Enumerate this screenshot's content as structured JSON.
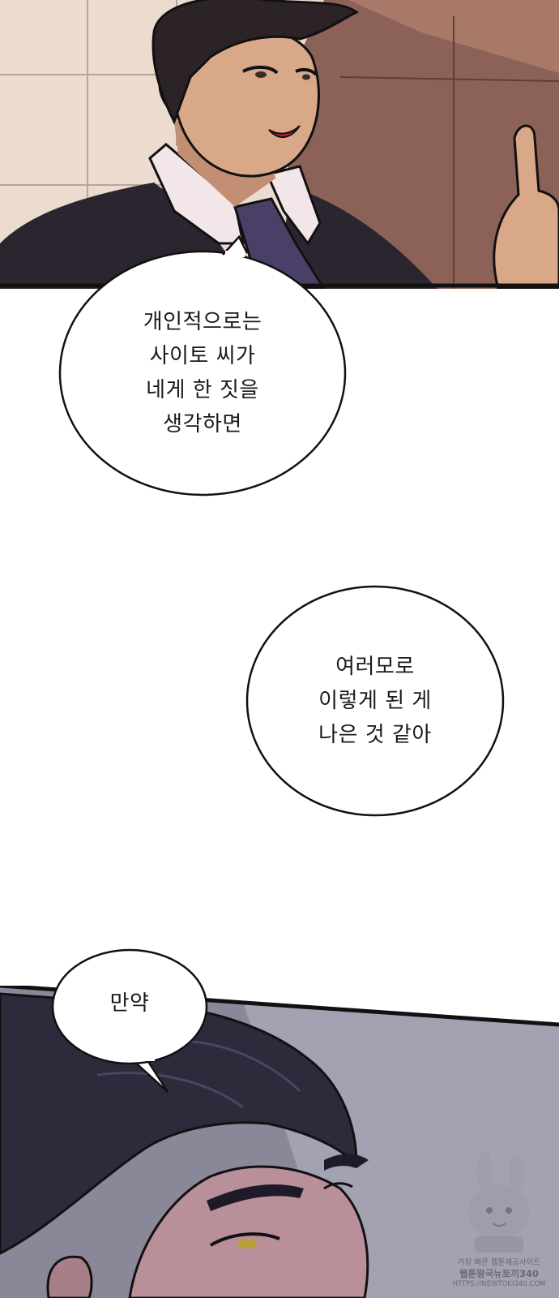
{
  "bubbles": [
    {
      "lines": [
        "개인적으로는",
        "사이토 씨가",
        "네게 한 짓을",
        "생각하면"
      ]
    },
    {
      "lines": [
        "여러모로",
        "이렇게 된 게",
        "나은 것 같아"
      ]
    },
    {
      "lines": [
        "만약"
      ]
    }
  ],
  "watermark": {
    "line1": "가장 빠른 웹툰제공사이트",
    "line2": "웹툰왕국뉴토끼340",
    "line3": "HTTPS://NEWTOKI340.COM"
  },
  "colors": {
    "page_bg": "#ffffff",
    "panel_border": "#111111",
    "top_wall": "#ecdcd0",
    "top_shadow": "#8c6258",
    "suit": "#2b2530",
    "shirt": "#f2e6e8",
    "tie": "#4a3f66",
    "hair": "#2c2326",
    "skin": "#d8a888",
    "bottom_bg": "#8a8898",
    "bottom_hair": "#2e2a3c"
  }
}
